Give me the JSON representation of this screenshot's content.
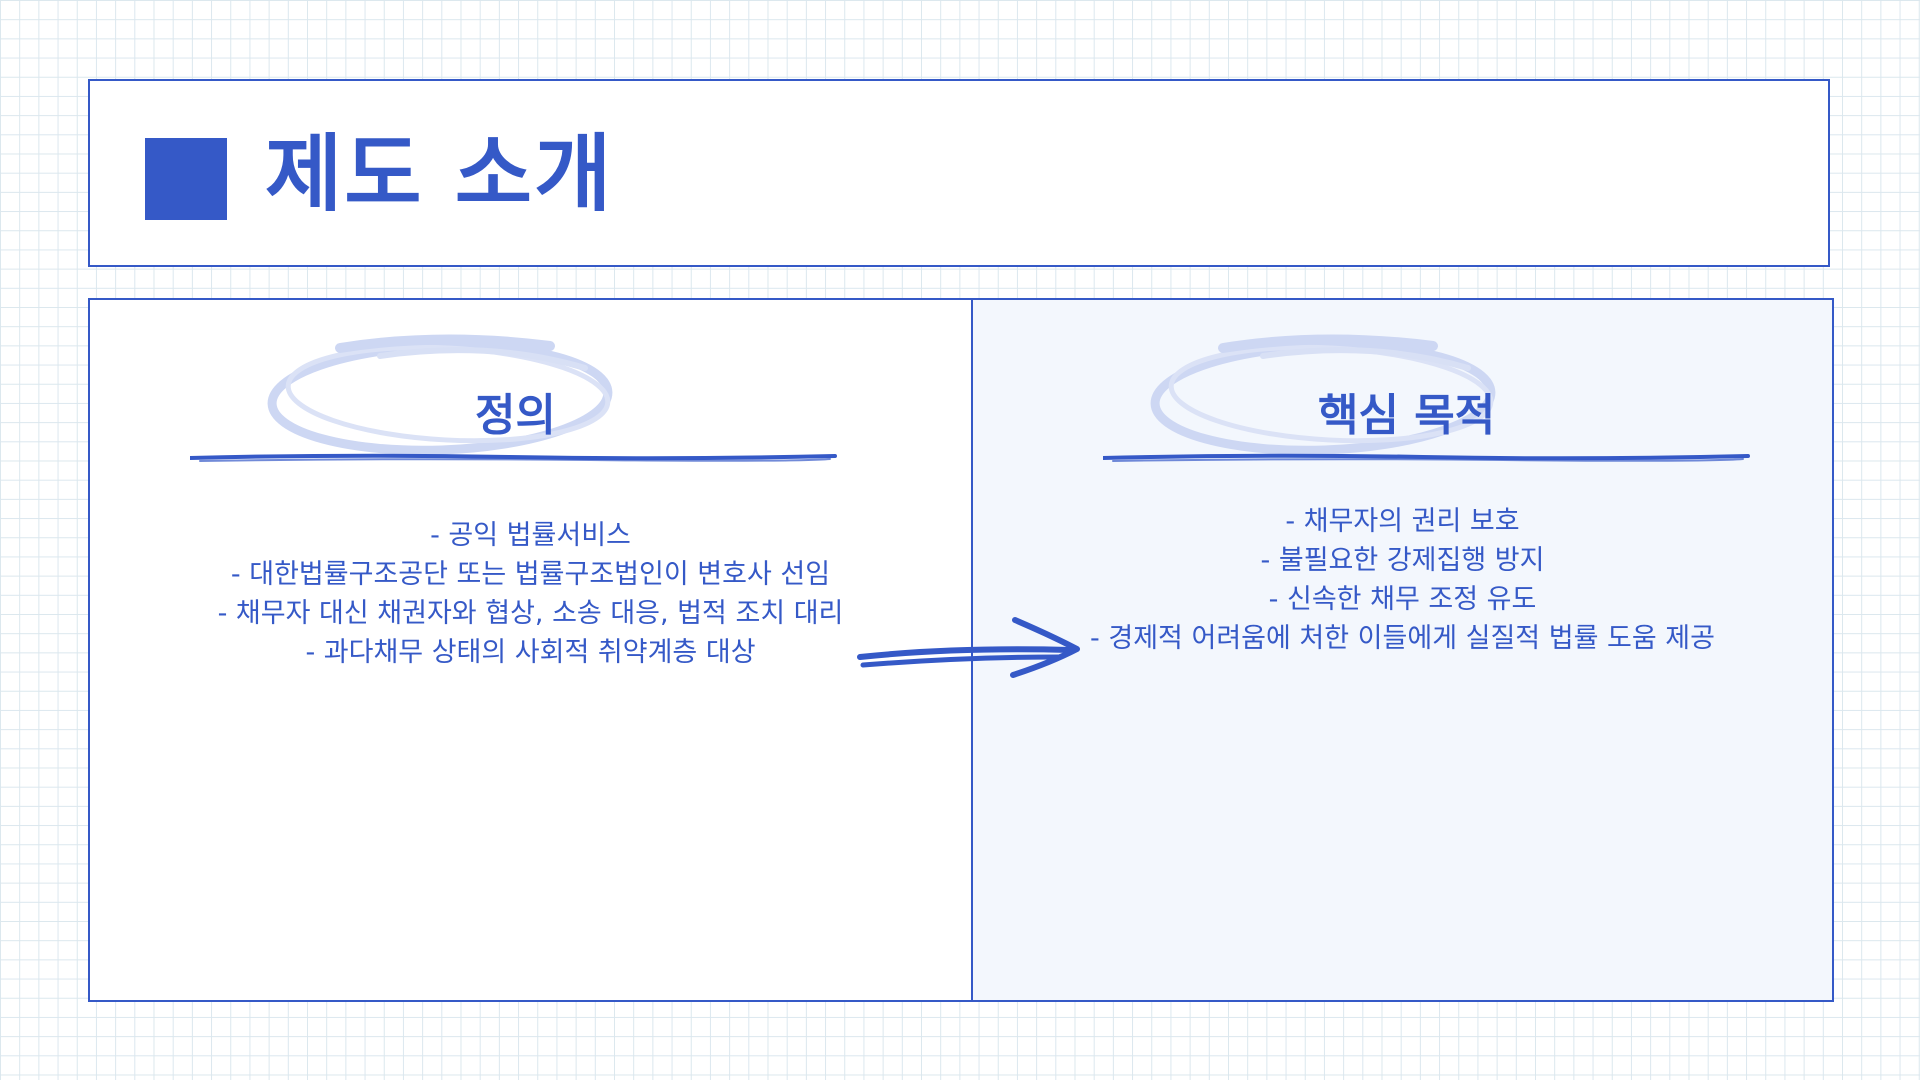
{
  "title": "제도 소개",
  "left_panel": {
    "heading": "정의",
    "items": [
      "- 공익 법률서비스",
      "- 대한법률구조공단 또는 법률구조법인이 변호사 선임",
      "- 채무자 대신 채권자와 협상, 소송 대응, 법적 조치 대리",
      "- 과다채무 상태의 사회적 취약계층 대상"
    ]
  },
  "right_panel": {
    "heading": "핵심 목적",
    "items": [
      "- 채무자의 권리 보호",
      "- 불필요한 강제집행 방지",
      "- 신속한 채무 조정 유도",
      "- 경제적 어려움에 처한 이들에게 실질적 법률 도움 제공"
    ]
  },
  "colors": {
    "accent": "#3559c7",
    "accent_light": "#cdd7f3",
    "panel_tint": "#f3f7fd",
    "grid": "#dbe7ee"
  },
  "icons": {
    "title_marker": "square-marker-icon",
    "heading_decoration": "brush-ellipse-icon",
    "connector": "hand-drawn-arrow-icon"
  }
}
